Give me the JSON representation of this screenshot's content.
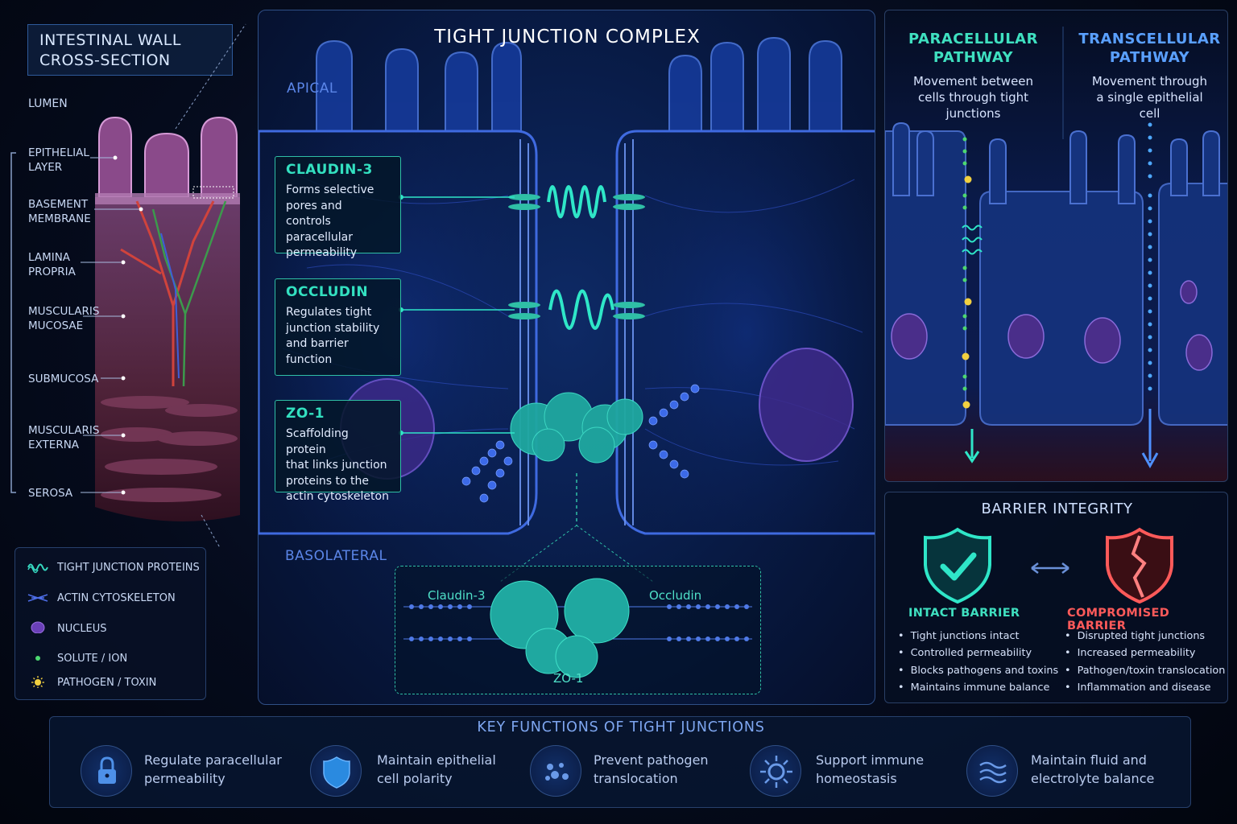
{
  "left": {
    "title_line1": "INTESTINAL WALL",
    "title_line2": "CROSS-SECTION",
    "lumen": "LUMEN",
    "layers": [
      {
        "l1": "EPITHELIAL",
        "l2": "LAYER"
      },
      {
        "l1": "BASEMENT",
        "l2": "MEMBRANE"
      },
      {
        "l1": "LAMINA",
        "l2": "PROPRIA"
      },
      {
        "l1": "MUSCULARIS",
        "l2": "MUCOSAE"
      },
      {
        "l1": "SUBMUCOSA",
        "l2": ""
      },
      {
        "l1": "MUSCULARIS",
        "l2": "EXTERNA"
      },
      {
        "l1": "SEROSA",
        "l2": ""
      }
    ],
    "legend": [
      {
        "label": "TIGHT JUNCTION PROTEINS",
        "icon": "coil-icon"
      },
      {
        "label": "ACTIN CYTOSKELETON",
        "icon": "actin-icon"
      },
      {
        "label": "NUCLEUS",
        "icon": "nucleus-icon"
      },
      {
        "label": "SOLUTE / ION",
        "icon": "dot-icon"
      },
      {
        "label": "PATHOGEN / TOXIN",
        "icon": "sun-icon"
      }
    ]
  },
  "center": {
    "title": "TIGHT JUNCTION COMPLEX",
    "apical": "APICAL",
    "basolateral": "BASOLATERAL",
    "callouts": [
      {
        "title": "CLAUDIN-3",
        "lines": [
          "Forms selective",
          "pores and controls",
          "paracellular",
          "permeability"
        ]
      },
      {
        "title": "OCCLUDIN",
        "lines": [
          "Regulates tight",
          "junction stability",
          "and barrier",
          "function"
        ]
      },
      {
        "title": "ZO-1",
        "lines": [
          "Scaffolding protein",
          "that links junction",
          "proteins to the",
          "actin cytoskeleton"
        ]
      }
    ],
    "zoom": {
      "claudin": "Claudin-3",
      "occludin": "Occludin",
      "zo1": "ZO-1"
    }
  },
  "pathways": {
    "para": {
      "head1": "PARACELLULAR",
      "head2": "PATHWAY",
      "desc": [
        "Movement between",
        "cells through tight",
        "junctions"
      ],
      "color": "#3fe0c0"
    },
    "trans": {
      "head1": "TRANSCELLULAR",
      "head2": "PATHWAY",
      "desc": [
        "Movement through",
        "a single epithelial",
        "cell"
      ],
      "color": "#5aa0ff"
    }
  },
  "barrier": {
    "title": "BARRIER INTEGRITY",
    "intact": {
      "head": "INTACT BARRIER",
      "items": [
        "Tight junctions intact",
        "Controlled permeability",
        "Blocks pathogens and toxins",
        "Maintains immune balance"
      ],
      "color": "#3fe0c0"
    },
    "compromised": {
      "head": "COMPROMISED BARRIER",
      "items": [
        "Disrupted tight junctions",
        "Increased permeability",
        "Pathogen/toxin translocation",
        "Inflammation and disease"
      ],
      "color": "#ff5a5a"
    }
  },
  "functions": {
    "title": "KEY FUNCTIONS OF TIGHT JUNCTIONS",
    "items": [
      {
        "l1": "Regulate paracellular",
        "l2": "permeability",
        "icon": "lock-icon"
      },
      {
        "l1": "Maintain epithelial",
        "l2": "cell polarity",
        "icon": "shield-icon"
      },
      {
        "l1": "Prevent pathogen",
        "l2": "translocation",
        "icon": "pathogen-dots-icon"
      },
      {
        "l1": "Support immune",
        "l2": "homeostasis",
        "icon": "immune-icon"
      },
      {
        "l1": "Maintain fluid and",
        "l2": "electrolyte balance",
        "icon": "waves-icon"
      }
    ]
  }
}
